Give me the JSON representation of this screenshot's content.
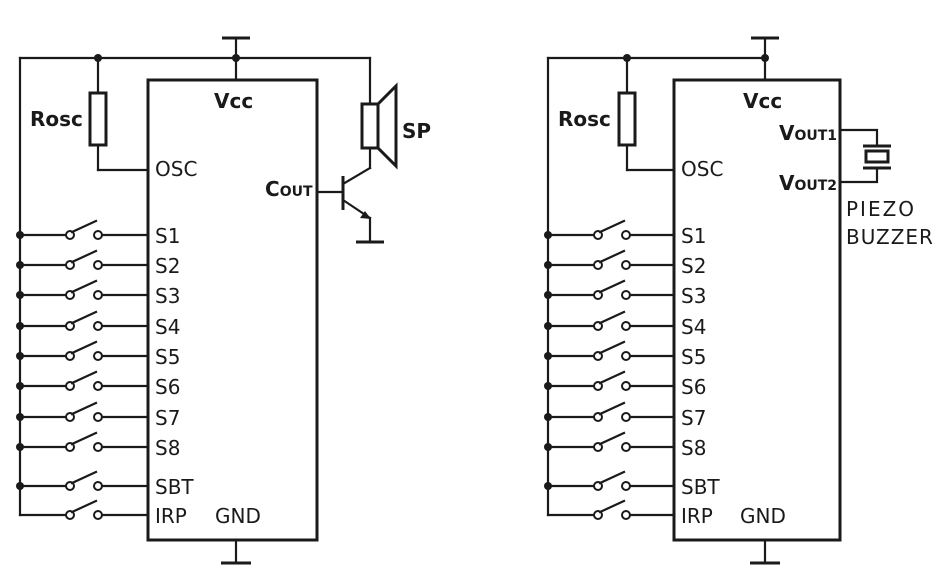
{
  "left": {
    "vcc": "Vcc",
    "osc": "OSC",
    "gnd": "GND",
    "rosc": "Rosc",
    "cout_main": "C",
    "cout_sub": "OUT",
    "sp": "SP",
    "pins": [
      "S1",
      "S2",
      "S3",
      "S4",
      "S5",
      "S6",
      "S7",
      "S8",
      "SBT",
      "IRP"
    ]
  },
  "right": {
    "vcc": "Vcc",
    "osc": "OSC",
    "gnd": "GND",
    "rosc": "Rosc",
    "vout1_main": "V",
    "vout1_sub": "OUT1",
    "vout2_main": "V",
    "vout2_sub": "OUT2",
    "piezo": "PIEZO",
    "buzzer": "BUZZER",
    "pins": [
      "S1",
      "S2",
      "S3",
      "S4",
      "S5",
      "S6",
      "S7",
      "S8",
      "SBT",
      "IRP"
    ]
  }
}
